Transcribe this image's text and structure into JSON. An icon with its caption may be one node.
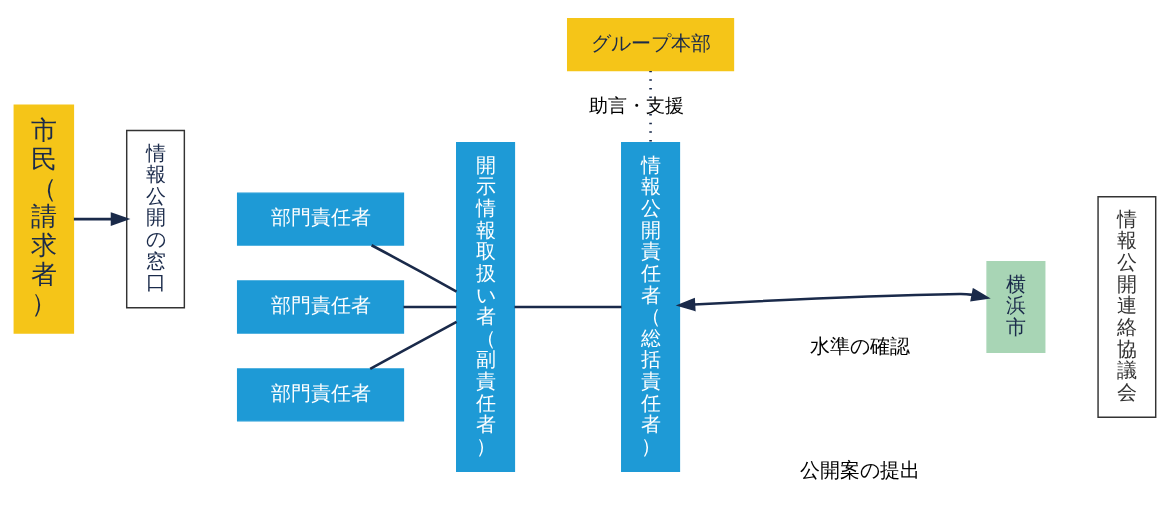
{
  "diagram": {
    "nodes": [
      {
        "text": [
          "市民（請求者）"
        ]
      },
      {
        "text": [
          "情報公開の窓口"
        ]
      },
      {
        "text": [
          "部門責任者"
        ]
      },
      {
        "text": [
          "部門責任者"
        ]
      },
      {
        "text": [
          "部門責任者"
        ]
      },
      {
        "text": [
          "開示情報取扱い者（副責任者）"
        ]
      },
      {
        "text": [
          "情報公開責任者（総括責任者）"
        ]
      },
      {
        "text": [
          "横浜市"
        ]
      },
      {
        "text": [
          "情報公開連絡協議会"
        ]
      },
      {
        "text": [
          "グループ本部"
        ]
      }
    ],
    "edges": [
      {
        "from": 0,
        "to": 1,
        "arrow": "to"
      },
      {
        "from": 2,
        "to": 5,
        "arrow": "none"
      },
      {
        "from": 3,
        "to": 5,
        "arrow": "none"
      },
      {
        "from": 4,
        "to": 5,
        "arrow": "none"
      },
      {
        "from": 5,
        "to": 6,
        "arrow": "none"
      },
      {
        "from": 6,
        "to": 7,
        "arrow": "both"
      },
      {
        "from": 9,
        "to": 6,
        "arrow": "none",
        "label": "助言・支援",
        "style": "dashed"
      }
    ],
    "labels": [
      "水準の確認",
      "公開案の提出"
    ]
  }
}
